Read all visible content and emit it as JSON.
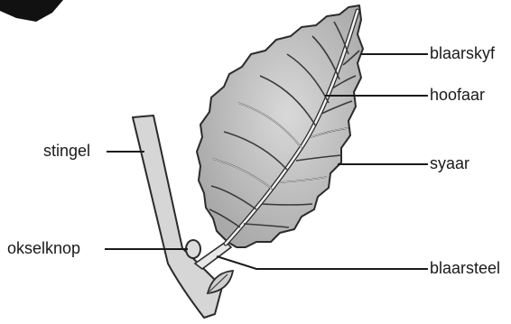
{
  "labels": {
    "blade": "blaarskyf",
    "midrib": "hoofaar",
    "vein": "syaar",
    "stem": "stingel",
    "axillary_bud": "okselknop",
    "petiole": "blaarsteel"
  },
  "colors": {
    "leaf_fill": "#c8c8c8",
    "leaf_outline": "#2b2b2b",
    "vein": "#f2f2f2",
    "stem_fill": "#d6d6d6",
    "leader_line": "#1a1a1a"
  }
}
